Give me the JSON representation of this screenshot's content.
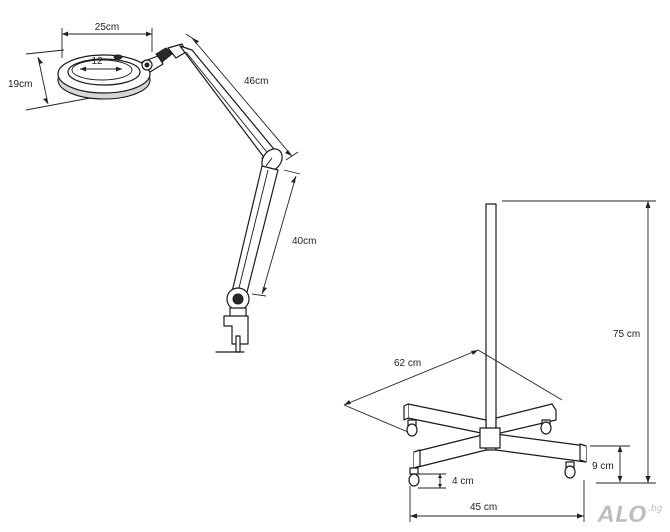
{
  "lamp": {
    "dims": {
      "head_width": "25cm",
      "lens": "12",
      "head_depth": "19cm",
      "upper_arm": "46cm",
      "lower_arm": "40cm"
    }
  },
  "stand": {
    "dims": {
      "height": "75 cm",
      "base_diagonal": "62 cm",
      "base_width": "45 cm",
      "base_height": "9  cm",
      "wheel_height": "4 cm"
    }
  },
  "watermark": {
    "brand": "ALO",
    "tld": ".bg"
  }
}
